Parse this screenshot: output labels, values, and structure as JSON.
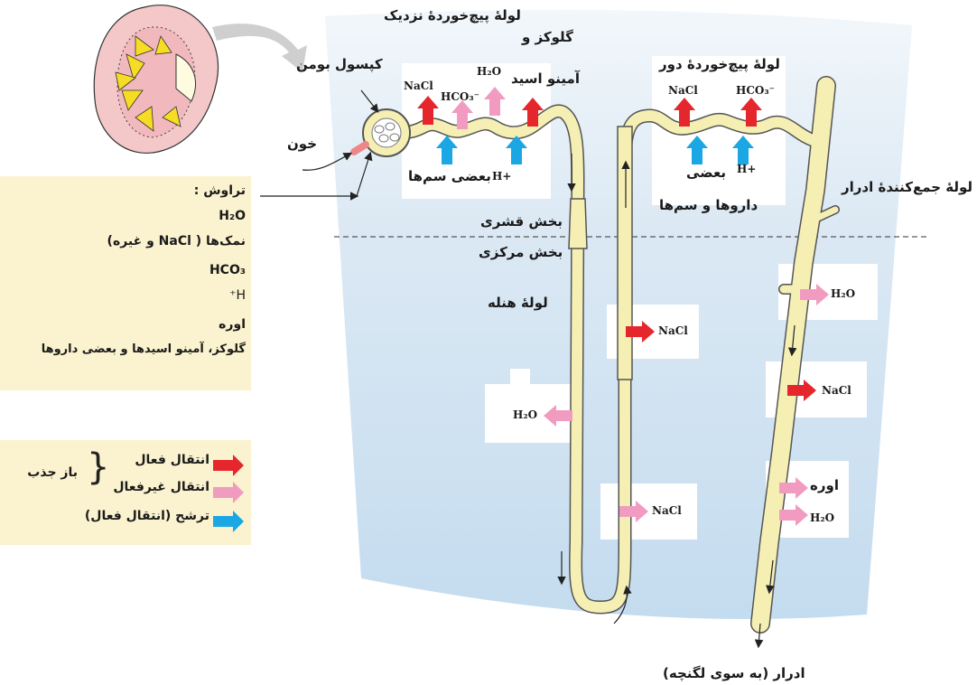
{
  "title_proximal": "لولهٔ پیچ‌خوردهٔ نزدیک",
  "distal_title": "لولهٔ پیچ‌خوردهٔ دور",
  "bowman_capsule": "کپسول بومن",
  "blood": "خون",
  "glucose_line1": "گلوکز و",
  "glucose_line2": "آمینو اسید",
  "cortex": "بخش قشری",
  "medulla": "بخش مرکزی",
  "loop_of_henle": "لولهٔ هنله",
  "collecting_duct": "لولهٔ جمع‌کنندهٔ ادرار",
  "urine_out": "ادرار (به سوی لگنچه)",
  "some_toxins": "بعضی سم‌ها",
  "some": "بعضی",
  "drugs_toxins": "داروها و سم‌ها",
  "chem": {
    "nacl": "NaCl",
    "hco3": "HCO₃⁻",
    "h2o": "H₂O",
    "hplus": "H+"
  },
  "filtrate": {
    "title": "تراوش :",
    "items": [
      "H₂O",
      "نمک‌ها ( NaCl و غیره)",
      "HCO₃",
      "H⁺",
      "اوره",
      "گلوکز، آمینو اسیدها و بعضی داروها"
    ]
  },
  "legend": {
    "active": "انتقال فعال",
    "passive": "انتقال غیرفعال",
    "reabsorption": "باز جذب",
    "secretion": "ترشح (انتقال فعال)"
  },
  "medulla_labels": {
    "urea": "اوره"
  },
  "colors": {
    "active": "#e5272d",
    "passive": "#f29bc1",
    "secretion": "#1aa7e3",
    "tubule": "#f5efb4",
    "tissue": "#cfe3f2",
    "panel": "#fbf3cf"
  }
}
